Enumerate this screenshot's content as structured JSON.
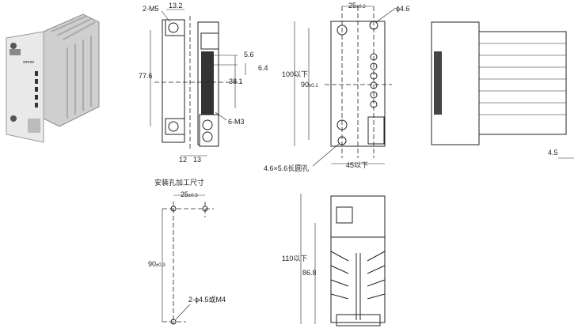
{
  "product_photo": {
    "brand_label": "omron"
  },
  "front_view": {
    "screw_label": "2-M5",
    "width_top": "13.2",
    "height": "77.6",
    "pitch": "5.6",
    "gap": "6.4",
    "terminal_span": "38.1",
    "terminal_label": "6-M3",
    "bottom_left": "12",
    "bottom_right": "13"
  },
  "side_mount_view": {
    "hole_pitch": "25",
    "hole_pitch_tol": "±0.2",
    "hole_dia": "ϕ4.6",
    "height_max": "100以下",
    "hole_height": "90",
    "hole_height_tol": "±0.2",
    "slot_label": "4.6×5.6长圆孔",
    "width_max": "45以下"
  },
  "rail_view": {
    "offset": "4.5"
  },
  "cutout": {
    "title": "安装孔加工尺寸",
    "pitch": "25",
    "pitch_tol": "±0.3",
    "height": "90",
    "height_tol": "±0.3",
    "hole_label": "2-ϕ4.5或M4"
  },
  "heatsink_view": {
    "height_max": "110以下",
    "body_height": "86.8"
  }
}
